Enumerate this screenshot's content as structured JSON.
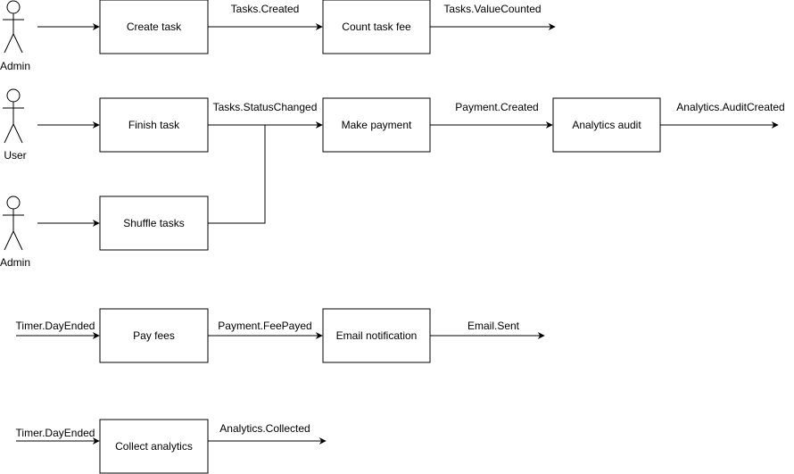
{
  "actors": [
    {
      "label": "Admin"
    },
    {
      "label": "User"
    },
    {
      "label": "Admin"
    }
  ],
  "processes": [
    {
      "label": "Create task"
    },
    {
      "label": "Count task fee"
    },
    {
      "label": "Finish task"
    },
    {
      "label": "Make payment"
    },
    {
      "label": "Analytics audit"
    },
    {
      "label": "Shuffle tasks"
    },
    {
      "label": "Pay fees"
    },
    {
      "label": "Email notification"
    },
    {
      "label": "Collect analytics"
    }
  ],
  "events": [
    {
      "label": "Tasks.Created"
    },
    {
      "label": "Tasks.ValueCounted"
    },
    {
      "label": "Tasks.StatusChanged"
    },
    {
      "label": "Payment.Created"
    },
    {
      "label": "Analytics.AuditCreated"
    },
    {
      "label": "Timer.DayEnded"
    },
    {
      "label": "Payment.FeePayed"
    },
    {
      "label": "Email.Sent"
    },
    {
      "label": "Timer.DayEnded"
    },
    {
      "label": "Analytics.Collected"
    }
  ]
}
